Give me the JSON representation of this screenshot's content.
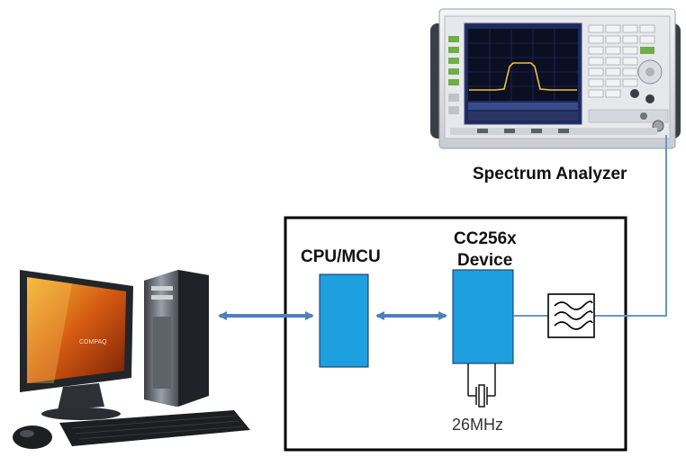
{
  "labels": {
    "spectrum_analyzer": "Spectrum Analyzer",
    "cpu_mcu": "CPU/MCU",
    "device_line1": "CC256x",
    "device_line2": "Device",
    "crystal_freq": "26MHz"
  },
  "colors": {
    "block_fill": "#1d9fe0",
    "connector": "#4f7fbf",
    "wire": "#6a95c9",
    "outline": "#000000"
  },
  "icons": {
    "computer": "desktop-pc-icon",
    "analyzer": "spectrum-analyzer-icon",
    "filter": "bandpass-filter-icon",
    "crystal": "crystal-oscillator-icon"
  }
}
